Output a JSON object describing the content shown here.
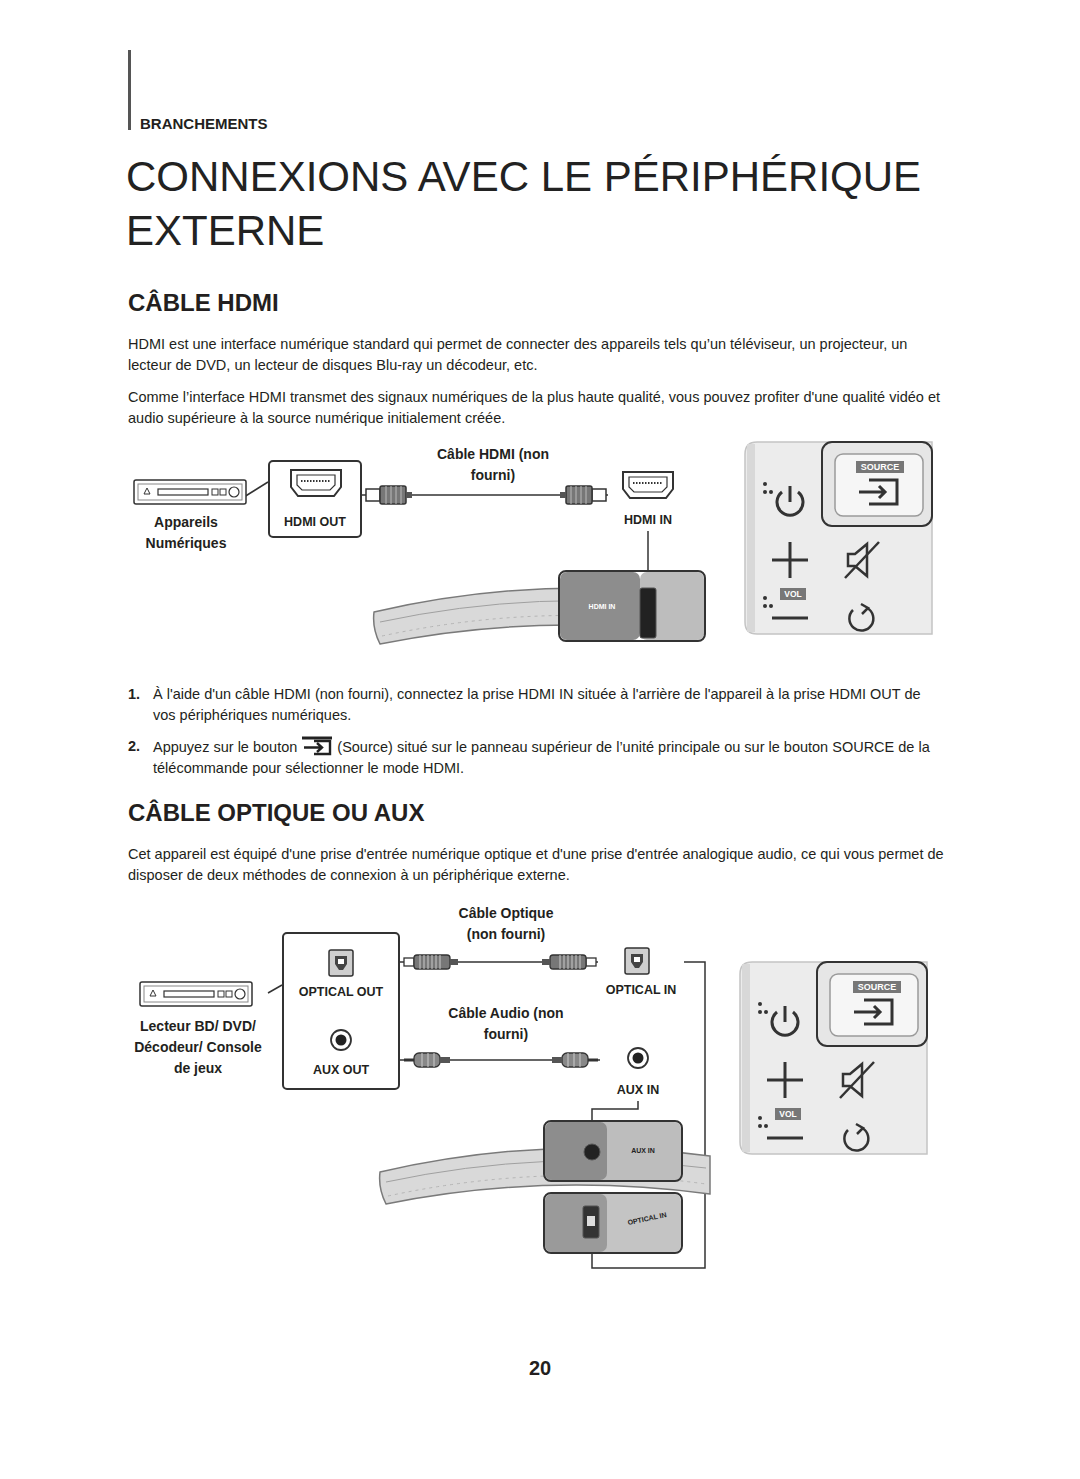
{
  "diagram": {
    "title": "CONNEXIONS AVEC LE PÉRIPHÉRIQUE EXTERNE",
    "nodes": [
      {
        "text": [
          "Appareils Numériques"
        ]
      },
      {
        "text": [
          "HDMI OUT"
        ]
      },
      {
        "text": [
          "HDMI IN"
        ]
      },
      {
        "text": [
          "HDMI IN"
        ]
      },
      {
        "text": [
          "SOURCE",
          "VOL"
        ]
      },
      {
        "text": [
          "Lecteur BD/ DVD/ Décodeur/ Console de jeux"
        ]
      },
      {
        "text": [
          "OPTICAL OUT",
          "AUX OUT"
        ]
      },
      {
        "text": [
          "OPTICAL IN"
        ]
      },
      {
        "text": [
          "AUX IN"
        ]
      },
      {
        "text": [
          "AUX IN"
        ]
      },
      {
        "text": [
          "OPTICAL IN"
        ]
      },
      {
        "text": [
          "SOURCE",
          "VOL"
        ]
      }
    ],
    "edges": [
      {
        "from": 0,
        "to": 1,
        "arrow": "none"
      },
      {
        "from": 1,
        "to": 2,
        "label": "Câble HDMI (non fourni)",
        "arrow": "none"
      },
      {
        "from": 2,
        "to": 3,
        "arrow": "none"
      },
      {
        "from": 5,
        "to": 6,
        "arrow": "none"
      },
      {
        "from": 6,
        "to": 7,
        "label": "Câble Optique (non fourni)",
        "arrow": "none"
      },
      {
        "from": 6,
        "to": 8,
        "label": "Câble Audio (non fourni)",
        "arrow": "none"
      },
      {
        "from": 8,
        "to": 9,
        "arrow": "none"
      },
      {
        "from": 7,
        "to": 10,
        "arrow": "none"
      }
    ],
    "labels": [
      "BRANCHEMENTS",
      "CÂBLE HDMI",
      "HDMI est une interface numérique standard qui permet de connecter des appareils tels qu’un téléviseur, un projecteur, un lecteur de DVD, un lecteur de disques Blu-ray un décodeur, etc.",
      "Comme l’interface HDMI transmet des signaux numériques de la plus haute qualité, vous pouvez profiter d'une qualité vidéo et audio supérieure à la source numérique initialement créée.",
      "1.",
      "À l'aide d'un câble HDMI (non fourni), connectez la prise HDMI IN située à l'arrière de l'appareil à la prise HDMI OUT de vos périphériques numériques.",
      "2.",
      "Appuyez sur le bouton",
      "(Source) situé sur le panneau supérieur de l’unité principale ou sur le bouton SOURCE de la télécommande pour sélectionner le mode HDMI.",
      "CÂBLE OPTIQUE OU AUX",
      "Cet appareil est équipé d'une prise d'entrée numérique optique et d'une prise d'entrée analogique audio, ce qui vous permet de disposer de deux méthodes de connexion à un périphérique externe.",
      "20"
    ]
  }
}
